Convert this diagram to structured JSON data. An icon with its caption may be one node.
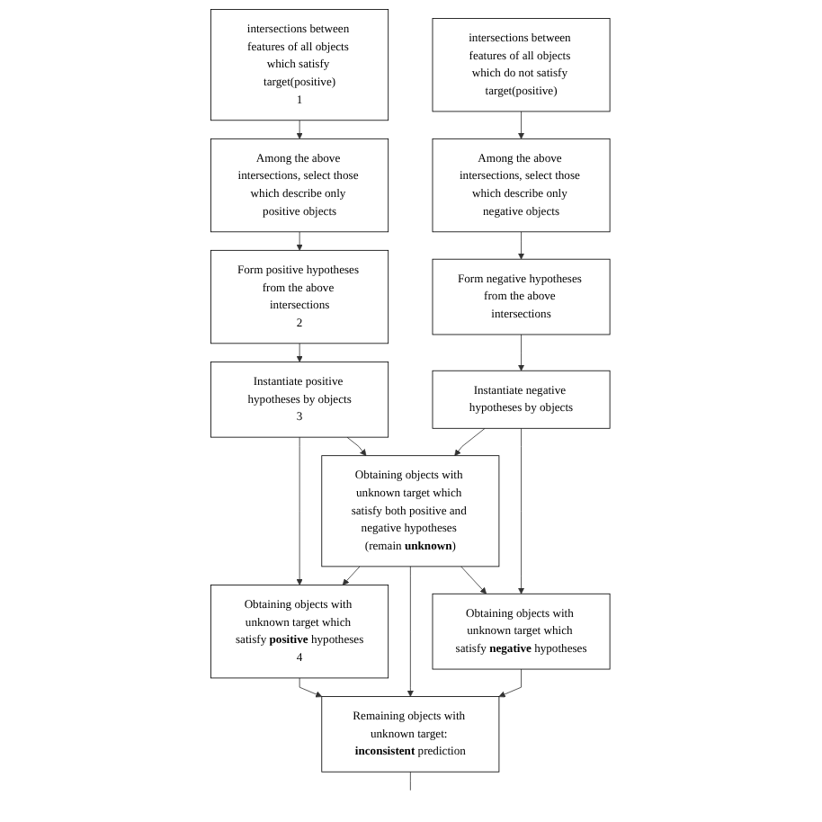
{
  "diagram": {
    "nodes": [
      {
        "text": [
          "intersections between features of all objects which satisfy target(positive)",
          "1"
        ]
      },
      {
        "text": [
          "intersections between features of all objects which do not satisfy target(positive)"
        ]
      },
      {
        "text": [
          "Among the above intersections, select those which describe only positive objects"
        ]
      },
      {
        "text": [
          "Among the above intersections, select those which describe only negative objects"
        ]
      },
      {
        "text": [
          "Form positive hypotheses from the above intersections",
          "2"
        ]
      },
      {
        "text": [
          "Form negative hypotheses from the above intersections"
        ]
      },
      {
        "text": [
          "Instantiate positive hypotheses by objects",
          "3"
        ]
      },
      {
        "text": [
          "Obtaining objects with unknown target which satisfy both positive and negative hypotheses (remain **unknown**)"
        ]
      },
      {
        "text": [
          "Instantiate negative hypotheses by objects"
        ]
      },
      {
        "text": [
          "Obtaining objects with unknown target which satisfy **positive** hypotheses",
          "4"
        ]
      },
      {
        "text": [
          "Obtaining objects with unknown target which satisfy **negative** hypotheses"
        ]
      },
      {
        "text": [
          "Remaining objects with unknown target: **inconsistent** prediction"
        ]
      }
    ],
    "edges": [
      {
        "from": 0,
        "to": 2,
        "arrow": "to"
      },
      {
        "from": 1,
        "to": 3,
        "arrow": "to"
      },
      {
        "from": 2,
        "to": 4,
        "arrow": "to"
      },
      {
        "from": 3,
        "to": 5,
        "arrow": "to"
      },
      {
        "from": 4,
        "to": 6,
        "arrow": "to"
      },
      {
        "from": 5,
        "to": 8,
        "arrow": "to"
      },
      {
        "from": 6,
        "to": 7,
        "arrow": "to"
      },
      {
        "from": 8,
        "to": 7,
        "arrow": "to"
      },
      {
        "from": 6,
        "to": 9,
        "arrow": "to"
      },
      {
        "from": 7,
        "to": 9,
        "arrow": "to"
      },
      {
        "from": 7,
        "to": 10,
        "arrow": "to"
      },
      {
        "from": 8,
        "to": 10,
        "arrow": "to"
      },
      {
        "from": 9,
        "to": 11,
        "arrow": "to"
      },
      {
        "from": 7,
        "to": 11,
        "arrow": "to"
      },
      {
        "from": 10,
        "to": 11,
        "arrow": "to"
      },
      {
        "from": 11,
        "to": null,
        "arrow": "none"
      }
    ]
  }
}
